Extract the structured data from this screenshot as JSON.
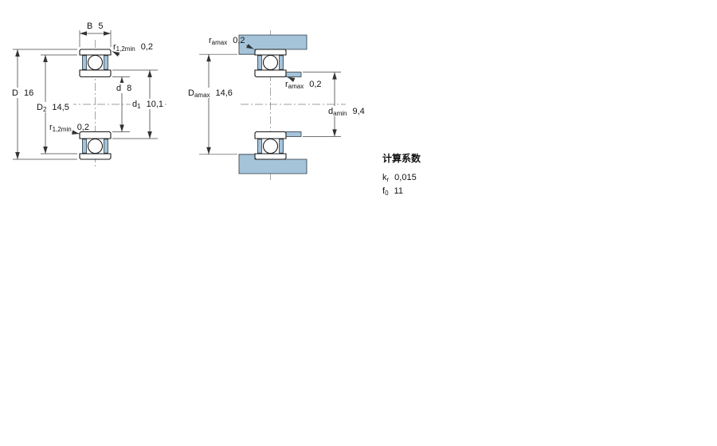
{
  "colors": {
    "fill_blue": "#a5c3d9",
    "line_dark": "#1a1a1a",
    "dim_line": "#444444"
  },
  "left_figure": {
    "name": "bearing cross section",
    "dims": {
      "B": {
        "sym": "B",
        "sub": "",
        "val": "5"
      },
      "r12_top": {
        "sym": "r",
        "sub": "1,2min",
        "val": "0,2"
      },
      "D": {
        "sym": "D",
        "sub": "",
        "val": "16"
      },
      "D2": {
        "sym": "D",
        "sub": "2",
        "val": "14,5"
      },
      "r12_bottom": {
        "sym": "r",
        "sub": "1,2min",
        "val": "0,2"
      },
      "d": {
        "sym": "d",
        "sub": "",
        "val": "8"
      },
      "d1": {
        "sym": "d",
        "sub": "1",
        "val": "10,1"
      }
    }
  },
  "right_figure": {
    "name": "abutment dimensions",
    "dims": {
      "ra_top": {
        "sym": "r",
        "sub": "amax",
        "val": "0,2"
      },
      "Da_max": {
        "sym": "D",
        "sub": "amax",
        "val": "14,6"
      },
      "ra_mid": {
        "sym": "r",
        "sub": "amax",
        "val": "0,2"
      },
      "da_min": {
        "sym": "d",
        "sub": "amin",
        "val": "9,4"
      }
    }
  },
  "calculation_factors": {
    "title": "计算系数",
    "rows": [
      {
        "sym": "k",
        "sub": "r",
        "val": "0,015"
      },
      {
        "sym": "f",
        "sub": "0",
        "val": "11"
      }
    ]
  }
}
